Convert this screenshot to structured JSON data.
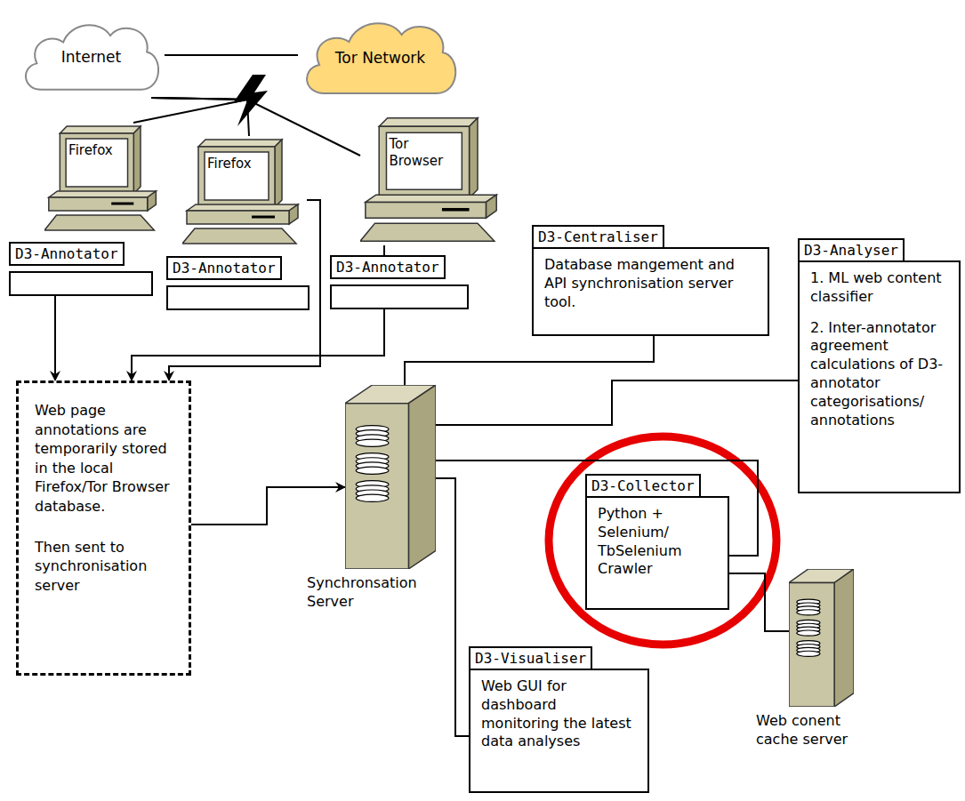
{
  "diagram": {
    "nodes": [
      {
        "text": [
          "Internet"
        ]
      },
      {
        "text": [
          "Tor Network"
        ]
      },
      {
        "text": [
          "Firefox"
        ]
      },
      {
        "text": [
          "Firefox"
        ]
      },
      {
        "text": [
          "Tor Browser"
        ]
      },
      {
        "text": [
          "D3-Annotator"
        ]
      },
      {
        "text": [
          "D3-Annotator"
        ]
      },
      {
        "text": [
          "D3-Annotator"
        ]
      },
      {
        "text": [
          "Web page annotations are temporarily stored in the local Firefox/Tor Browser database.",
          "Then sent to synchronisation server"
        ]
      },
      {
        "text": [
          "D3-Centraliser",
          "Database mangement and API synchronisation server tool."
        ]
      },
      {
        "text": [
          "D3-Analyser",
          "1. ML web content classifier",
          "2. Inter-annotator agreement calculations of D3-annotator categorisations/ annotations"
        ]
      },
      {
        "text": [
          "Synchronsation Server"
        ]
      },
      {
        "text": [
          "D3-Collector",
          "Python + Selenium/ TbSelenium Crawler"
        ]
      },
      {
        "text": [
          "Web conent cache server"
        ]
      },
      {
        "text": [
          "D3-Visualiser",
          "Web GUI for dashboard monitoring the latest data analyses"
        ]
      }
    ],
    "edges": [
      {
        "from": 0,
        "to": 1,
        "arrow": "none"
      },
      {
        "from": 0,
        "to": 2,
        "arrow": "none"
      },
      {
        "from": 0,
        "to": 3,
        "arrow": "none"
      },
      {
        "from": 0,
        "to": 4,
        "arrow": "none"
      },
      {
        "from": 4,
        "to": 7,
        "arrow": "none"
      },
      {
        "from": 5,
        "to": 8,
        "arrow": "to"
      },
      {
        "from": 3,
        "to": 8,
        "arrow": "to"
      },
      {
        "from": 7,
        "to": 8,
        "arrow": "to"
      },
      {
        "from": 8,
        "to": 11,
        "arrow": "to"
      },
      {
        "from": 11,
        "to": 9,
        "arrow": "none"
      },
      {
        "from": 11,
        "to": 10,
        "arrow": "none"
      },
      {
        "from": 11,
        "to": 12,
        "arrow": "none"
      },
      {
        "from": 12,
        "to": 13,
        "arrow": "none"
      },
      {
        "from": 11,
        "to": 14,
        "arrow": "none"
      }
    ]
  }
}
